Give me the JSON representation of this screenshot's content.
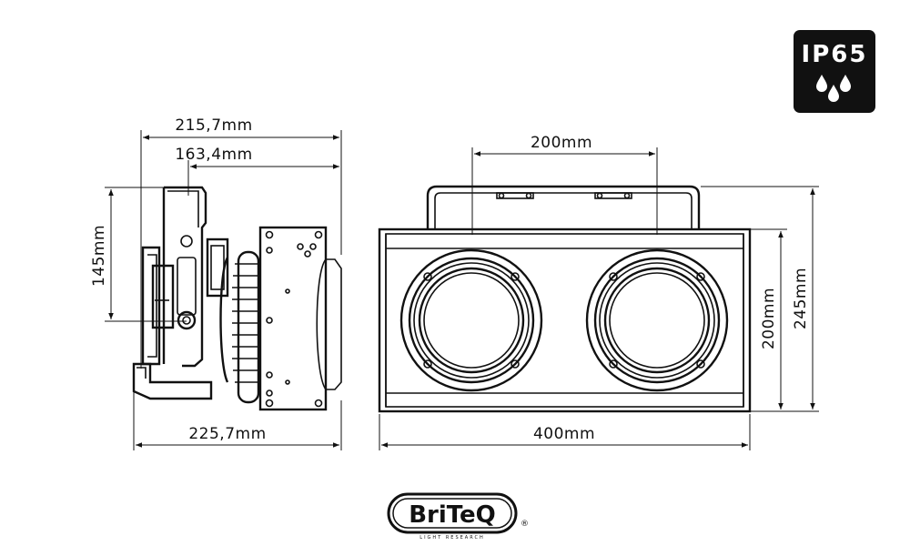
{
  "badge": {
    "label": "IP65"
  },
  "brand": {
    "name": "BriTeQ",
    "tagline": "LIGHT RESEARCH",
    "registered": "®"
  },
  "side_view": {
    "width_top": "215,7mm",
    "width_inner": "163,4mm",
    "width_bottom": "225,7mm",
    "height": "145mm"
  },
  "front_view": {
    "spacing": "200mm",
    "width": "400mm",
    "body_height": "200mm",
    "total_height": "245mm"
  },
  "colors": {
    "ink": "#111111",
    "badge_bg": "#111111",
    "background": "#ffffff"
  }
}
